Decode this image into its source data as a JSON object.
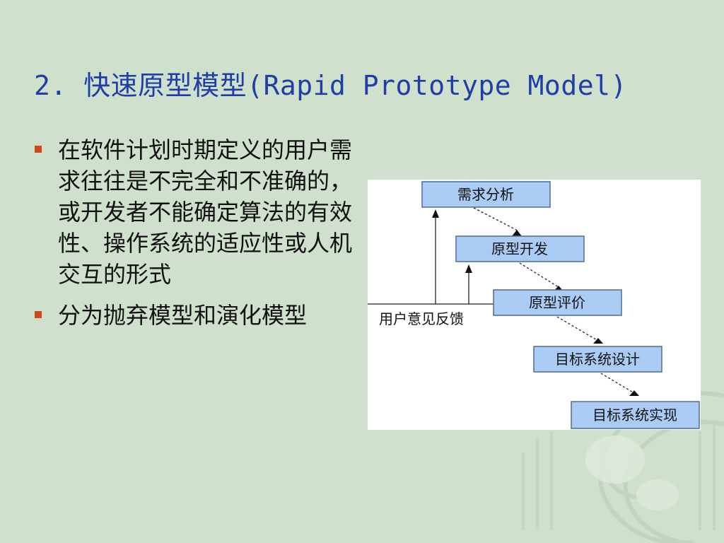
{
  "slide": {
    "title": "2. 快速原型模型(Rapid Prototype Model)",
    "bullets": [
      "在软件计划时期定义的用户需求往往是不完全和不准确的，或开发者不能确定算法的有效性、操作系统的适应性或人机交互的形式",
      "分为抛弃模型和演化模型"
    ]
  },
  "diagram": {
    "nodes": [
      "需求分析",
      "原型开发",
      "原型评价",
      "目标系统设计",
      "目标系统实现"
    ],
    "feedback_label": "用户意见反馈"
  },
  "colors": {
    "background": "#cfe0cc",
    "title": "#1f3fa6",
    "bullet_marker": "#d2481c",
    "node_fill": "#a9cbf4"
  }
}
